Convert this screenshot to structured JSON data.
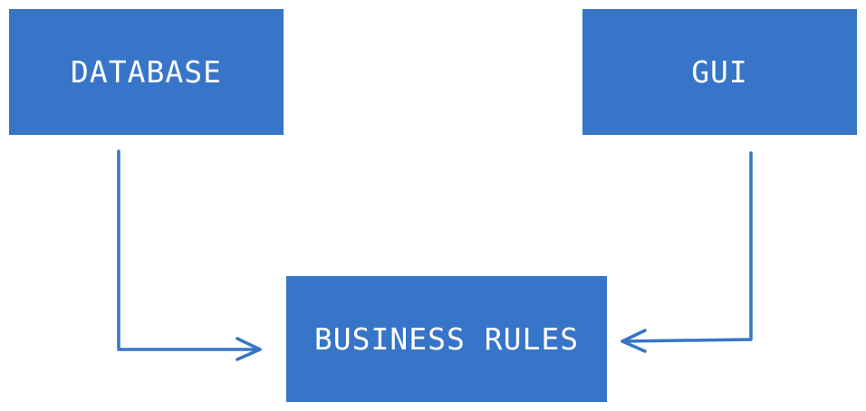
{
  "diagram": {
    "nodes": [
      {
        "id": "database",
        "label": "DATABASE"
      },
      {
        "id": "gui",
        "label": "GUI"
      },
      {
        "id": "business_rules",
        "label": "BUSINESS RULES"
      }
    ],
    "edges": [
      {
        "from": "database",
        "to": "business_rules"
      },
      {
        "from": "gui",
        "to": "business_rules"
      }
    ],
    "colors": {
      "node_fill": "#3775C8",
      "node_text": "#FFFFFF",
      "arrow": "#3775C8",
      "background": "#FFFFFF"
    }
  }
}
